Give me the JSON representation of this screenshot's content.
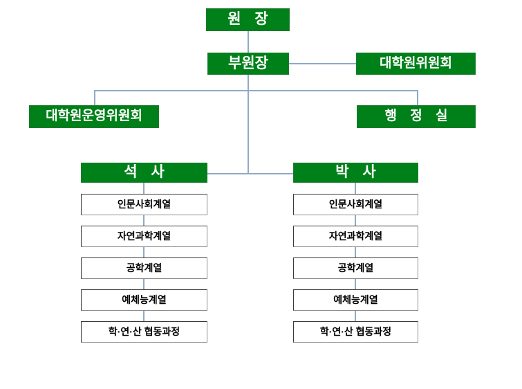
{
  "document": {
    "title": "대학원 조직도",
    "type": "organization-chart"
  },
  "colors": {
    "node_green": "#008019",
    "node_green_text": "#ffffff",
    "node_white": "#ffffff",
    "node_white_border": "#3a3a3a",
    "connector_line": "#8fa8c6",
    "page_background": "#ffffff"
  },
  "nodes": {
    "director": {
      "label": "원 장"
    },
    "vice_director": {
      "label": "부원장"
    },
    "graduate_committee": {
      "label": "대학원위원회"
    },
    "operating_committee": {
      "label": "대학원운영위원회"
    },
    "admin_office": {
      "label": "행 정 실"
    },
    "masters": {
      "label": "석 사"
    },
    "doctorate": {
      "label": "박 사"
    }
  },
  "programs": {
    "masters_items": [
      {
        "label": "인문사회계열"
      },
      {
        "label": "자연과학계열"
      },
      {
        "label": "공학계열"
      },
      {
        "label": "예체능계열"
      },
      {
        "label": "학·연·산 협동과정"
      }
    ],
    "doctorate_items": [
      {
        "label": "인문사회계열"
      },
      {
        "label": "자연과학계열"
      },
      {
        "label": "공학계열"
      },
      {
        "label": "예체능계열"
      },
      {
        "label": "학·연·산 협동과정"
      }
    ]
  }
}
